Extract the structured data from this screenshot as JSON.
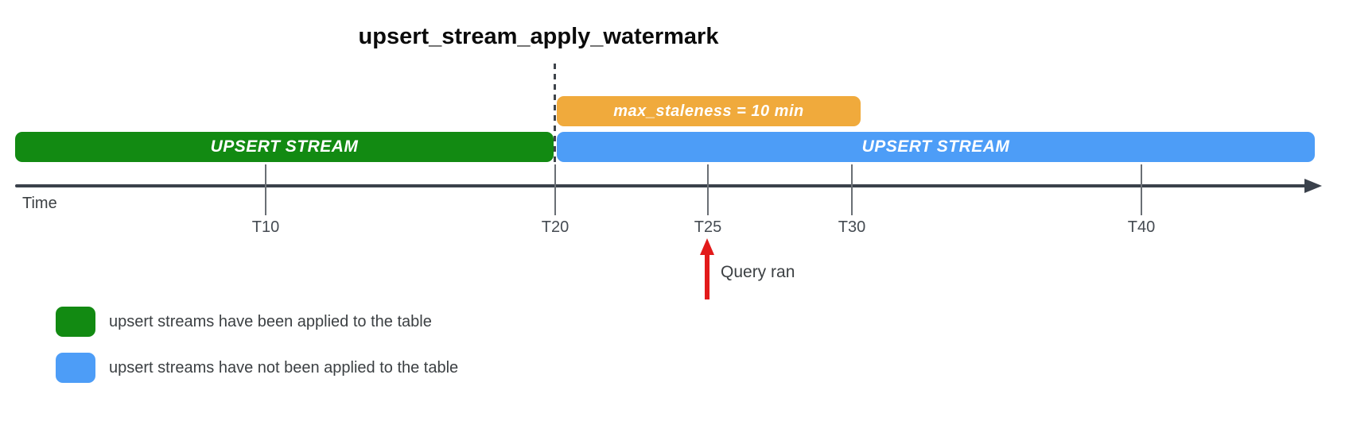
{
  "title": "upsert_stream_apply_watermark",
  "bars": {
    "staleness": {
      "label": "max_staleness = 10 min",
      "color": "#f0aa3c",
      "from": "T20",
      "to": "T30"
    },
    "applied_stream": {
      "label": "UPSERT STREAM",
      "color": "#128a12",
      "to": "T20"
    },
    "not_applied_stream": {
      "label": "UPSERT STREAM",
      "color": "#4d9df7",
      "from": "T20"
    }
  },
  "axis": {
    "label": "Time",
    "line_color": "#3a414b",
    "ticks": [
      {
        "label": "T10",
        "time": 10
      },
      {
        "label": "T20",
        "time": 20
      },
      {
        "label": "T25",
        "time": 25
      },
      {
        "label": "T30",
        "time": 30
      },
      {
        "label": "T40",
        "time": 40
      }
    ]
  },
  "annotation": {
    "label": "Query ran",
    "at": "T25",
    "arrow_color": "#e21a1a"
  },
  "legend": [
    {
      "label": "upsert streams have been applied to the table",
      "color": "#128a12"
    },
    {
      "label": "upsert streams have not been applied to the table",
      "color": "#4d9df7"
    }
  ]
}
